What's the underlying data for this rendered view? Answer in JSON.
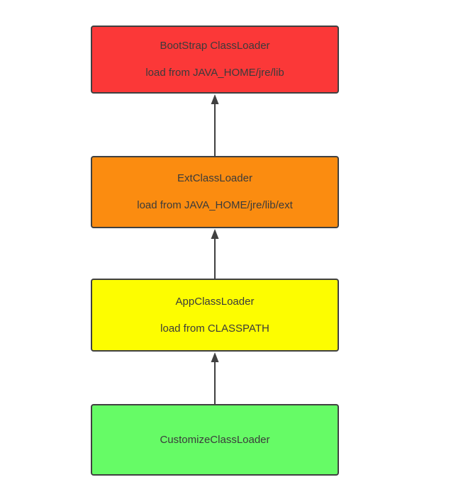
{
  "diagram": {
    "type": "flowchart",
    "background": "#ffffff",
    "stroke_color": "#404040",
    "text_color": "#3b3b3b",
    "nodes": [
      {
        "id": "bootstrap",
        "title": "BootStrap ClassLoader",
        "subtitle": "load from JAVA_HOME/jre/lib",
        "fill": "#fb3838"
      },
      {
        "id": "ext",
        "title": "ExtClassLoader",
        "subtitle": "load from JAVA_HOME/jre/lib/ext",
        "fill": "#fb8c10"
      },
      {
        "id": "app",
        "title": "AppClassLoader",
        "subtitle": "load from CLASSPATH",
        "fill": "#fdfd00"
      },
      {
        "id": "customize",
        "title": "CustomizeClassLoader",
        "subtitle": "",
        "fill": "#66fb66"
      }
    ],
    "edges": [
      {
        "from": "customize",
        "to": "app",
        "direction": "up"
      },
      {
        "from": "app",
        "to": "ext",
        "direction": "up"
      },
      {
        "from": "ext",
        "to": "bootstrap",
        "direction": "up"
      }
    ]
  }
}
